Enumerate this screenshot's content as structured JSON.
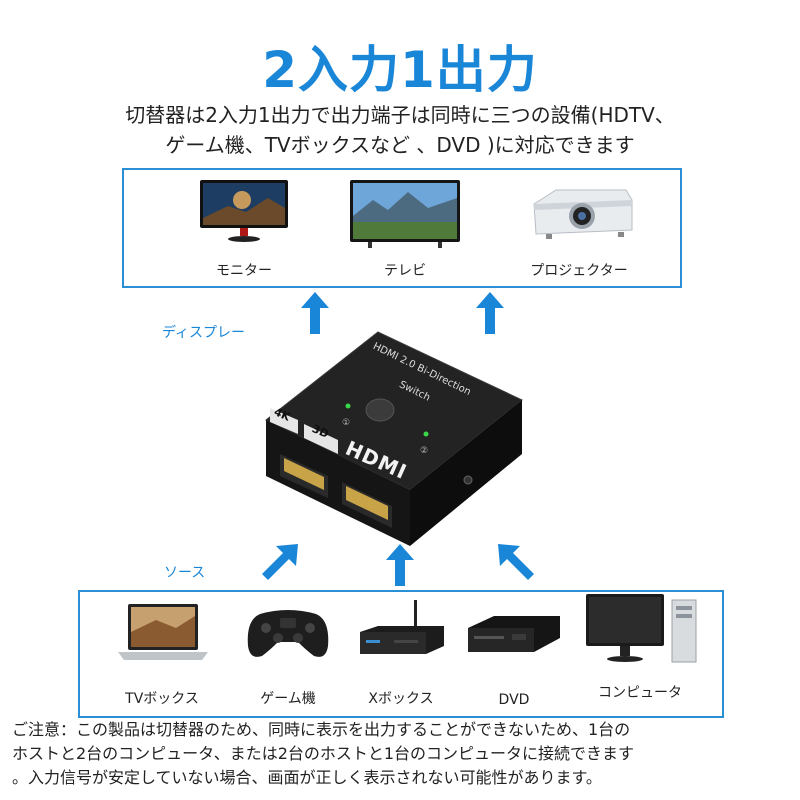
{
  "title": "2入力1出力",
  "description": {
    "line1": "切替器は2入力1出力で出力端子は同時に三つの設備(HDTV、",
    "line2": "ゲーム機、TVボックスなど 、DVD )に対応できます"
  },
  "outputs": {
    "label": "ディスプレー",
    "devices": [
      {
        "name": "モニター",
        "icon": "monitor-icon"
      },
      {
        "name": "テレビ",
        "icon": "tv-icon"
      },
      {
        "name": "プロジェクター",
        "icon": "projector-icon"
      }
    ]
  },
  "switch_device": {
    "top_text_line1": "HDMI 2.0 Bi-Direction",
    "top_text_line2": "Switch",
    "badge_4k": "4K",
    "badge_3d": "3D",
    "brand": "HDMI",
    "port1": "①",
    "port2": "②"
  },
  "sources": {
    "label": "ソース",
    "devices": [
      {
        "name": "TVボックス",
        "icon": "laptop-icon"
      },
      {
        "name": "ゲーム機",
        "icon": "gamepad-icon"
      },
      {
        "name": "Xボックス",
        "icon": "settop-box-icon"
      },
      {
        "name": "DVD",
        "icon": "dvd-player-icon"
      },
      {
        "name": "コンピュータ",
        "icon": "computer-icon"
      }
    ]
  },
  "notice": {
    "line1": "ご注意：この製品は切替器のため、同時に表示を出力することができないため、1台の",
    "line2": "ホストと2台のコンピュータ、または2台のホストと1台のコンピュータに接続できます",
    "line3": "。入力信号が安定していない場合、画面が正しく表示されない可能性があります。"
  },
  "colors": {
    "accent": "#1a86d8",
    "frame": "#2b8fd6",
    "device_body": "#1b1b1b"
  }
}
